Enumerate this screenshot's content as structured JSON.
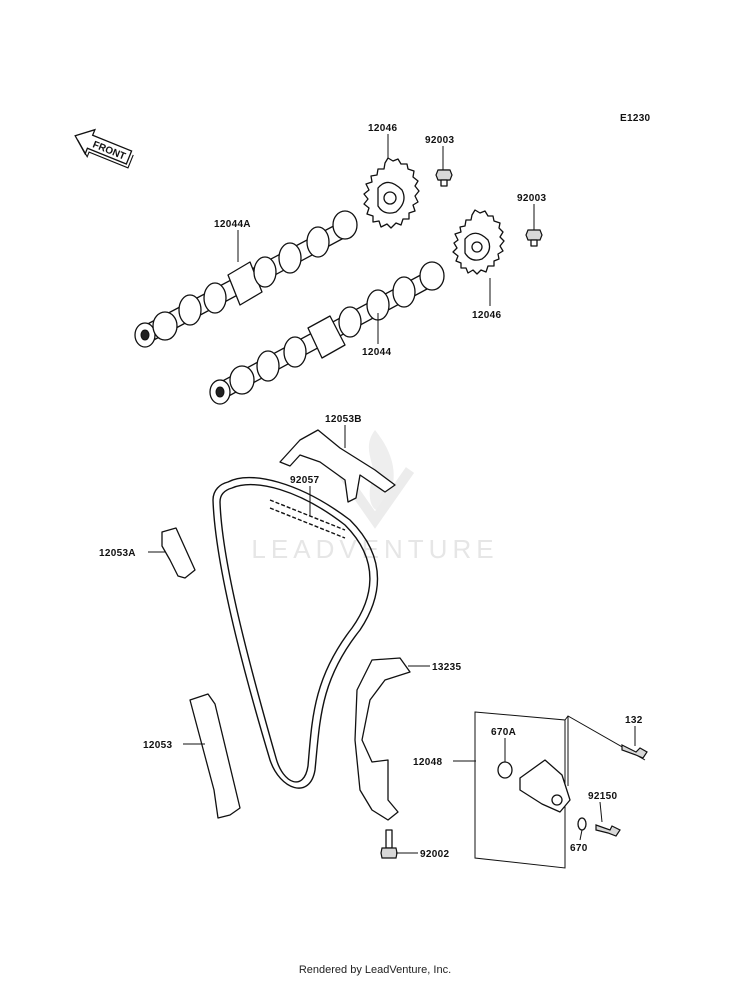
{
  "diagram": {
    "page_code": "E1230",
    "front_label": "FRONT",
    "watermark": "LEADVENTURE",
    "parts": {
      "p12046_top": "12046",
      "p92003_top": "92003",
      "p92003_right": "92003",
      "p12044A": "12044A",
      "p12046_bottom": "12046",
      "p12044": "12044",
      "p12053B": "12053B",
      "p92057": "92057",
      "p12053A": "12053A",
      "p13235": "13235",
      "p12053": "12053",
      "p12048": "12048",
      "p670A": "670A",
      "p132": "132",
      "p92150": "92150",
      "p670": "670",
      "p92002": "92002"
    }
  },
  "footer": "Rendered by LeadVenture, Inc."
}
